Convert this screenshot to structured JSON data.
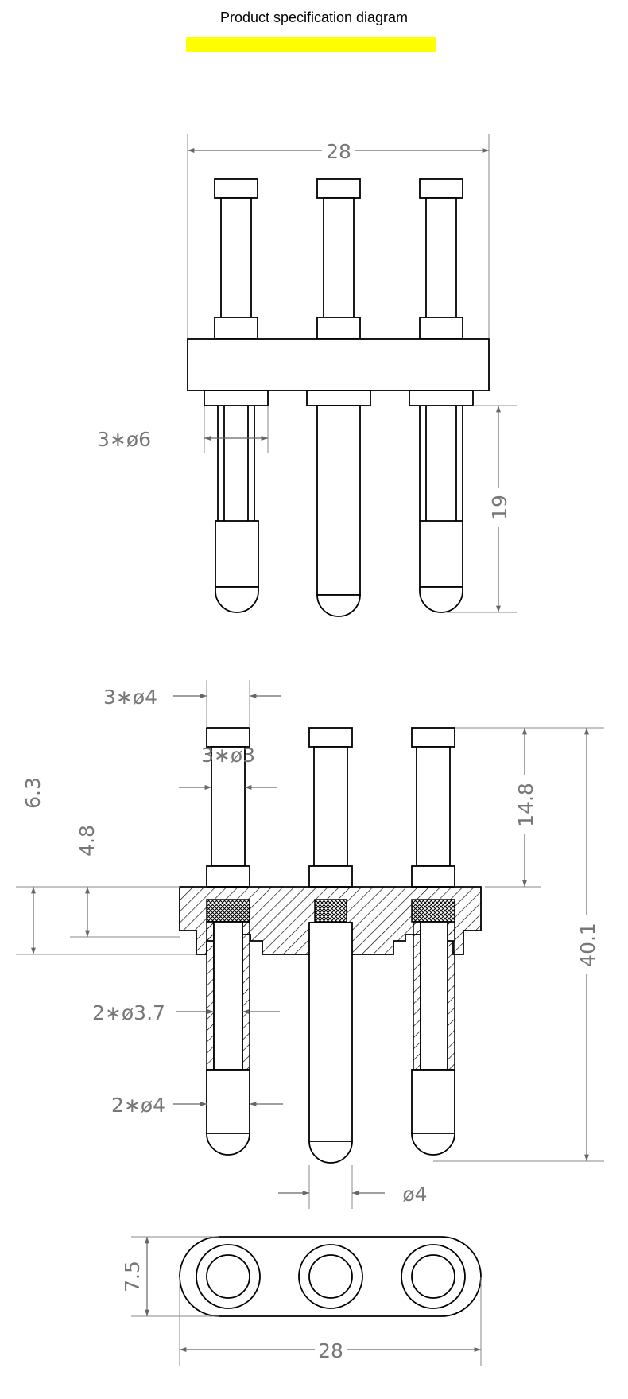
{
  "title": "Product specification diagram",
  "colors": {
    "highlight_bar": "#ffff00",
    "line": "#000000",
    "dimension": "#777777"
  },
  "dimensions": {
    "front_width": "28",
    "pin_count_diameter_6": "3∗ø6",
    "pin_length": "19",
    "head_diameter": "3∗ø4",
    "shank_diameter": "3∗ø3",
    "height_6_3": "6.3",
    "height_4_8": "4.8",
    "top_length": "14.8",
    "total_length": "40.1",
    "sleeve_inner": "2∗ø3.7",
    "sleeve_outer": "2∗ø4",
    "center_pin_diameter": "ø4",
    "base_height": "7.5",
    "base_width": "28"
  }
}
